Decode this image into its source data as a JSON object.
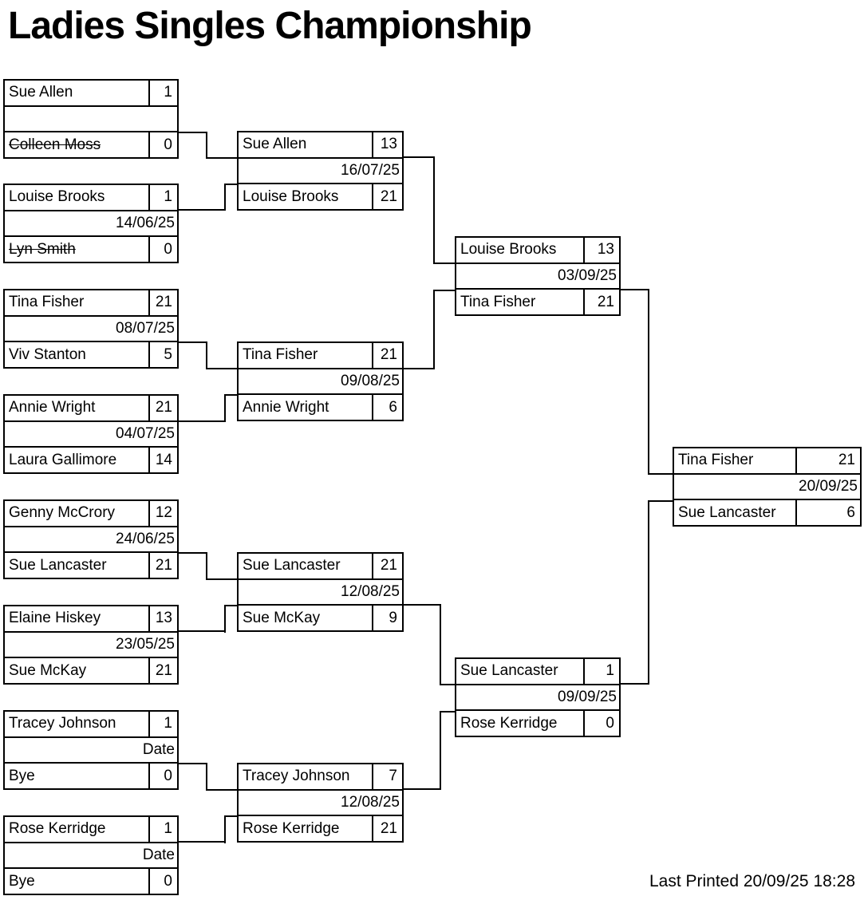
{
  "title": "Ladies Singles Championship",
  "footer": {
    "last_printed": "Last Printed 20/09/25 18:28"
  },
  "colors": {
    "line": "#000000",
    "background": "#ffffff",
    "text": "#000000"
  },
  "bracket": {
    "round1": [
      {
        "p1": "Sue Allen",
        "s1": "1",
        "date": "",
        "p2": "Colleen Moss",
        "s2": "0",
        "p2_struck": true
      },
      {
        "p1": "Louise Brooks",
        "s1": "1",
        "date": "14/06/25",
        "p2": "Lyn Smith",
        "s2": "0",
        "p2_struck": true
      },
      {
        "p1": "Tina Fisher",
        "s1": "21",
        "date": "08/07/25",
        "p2": "Viv Stanton",
        "s2": "5"
      },
      {
        "p1": "Annie Wright",
        "s1": "21",
        "date": "04/07/25",
        "p2": "Laura Gallimore",
        "s2": "14"
      },
      {
        "p1": "Genny McCrory",
        "s1": "12",
        "date": "24/06/25",
        "p2": "Sue Lancaster",
        "s2": "21"
      },
      {
        "p1": "Elaine Hiskey",
        "s1": "13",
        "date": "23/05/25",
        "p2": "Sue McKay",
        "s2": "21"
      },
      {
        "p1": "Tracey Johnson",
        "s1": "1",
        "date": "Date",
        "p2": "Bye",
        "s2": "0"
      },
      {
        "p1": "Rose Kerridge",
        "s1": "1",
        "date": "Date",
        "p2": "Bye",
        "s2": "0"
      }
    ],
    "round2": [
      {
        "p1": "Sue Allen",
        "s1": "13",
        "date": "16/07/25",
        "p2": "Louise Brooks",
        "s2": "21"
      },
      {
        "p1": "Tina Fisher",
        "s1": "21",
        "date": "09/08/25",
        "p2": "Annie Wright",
        "s2": "6"
      },
      {
        "p1": "Sue Lancaster",
        "s1": "21",
        "date": "12/08/25",
        "p2": "Sue McKay",
        "s2": "9"
      },
      {
        "p1": "Tracey Johnson",
        "s1": "7",
        "date": "12/08/25",
        "p2": "Rose Kerridge",
        "s2": "21"
      }
    ],
    "semifinals": [
      {
        "p1": "Louise Brooks",
        "s1": "13",
        "date": "03/09/25",
        "p2": "Tina Fisher",
        "s2": "21"
      },
      {
        "p1": "Sue Lancaster",
        "s1": "1",
        "date": "09/09/25",
        "p2": "Rose Kerridge",
        "s2": "0"
      }
    ],
    "final": [
      {
        "p1": "Tina Fisher",
        "s1": "21",
        "date": "20/09/25",
        "p2": "Sue Lancaster",
        "s2": "6"
      }
    ]
  }
}
